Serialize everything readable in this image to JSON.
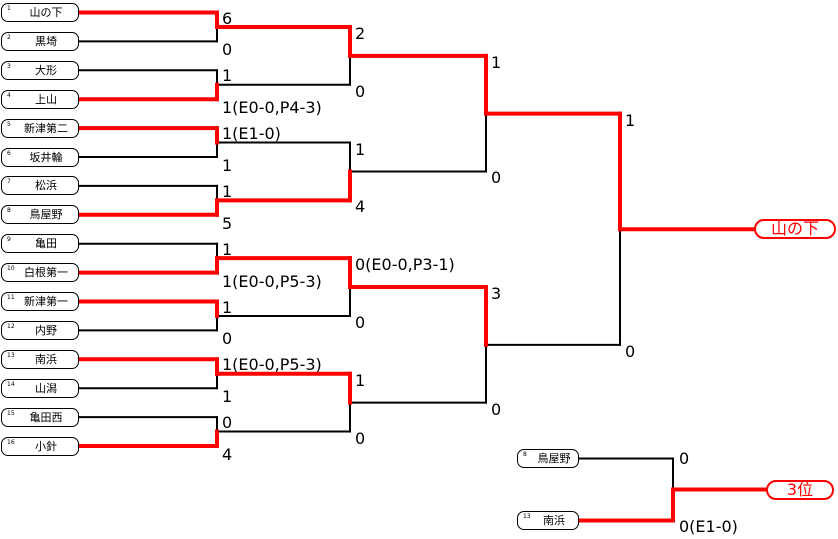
{
  "teams": [
    {
      "seed": "1",
      "name": "山の下"
    },
    {
      "seed": "2",
      "name": "黒埼"
    },
    {
      "seed": "3",
      "name": "大形"
    },
    {
      "seed": "4",
      "name": "上山"
    },
    {
      "seed": "5",
      "name": "新津第二"
    },
    {
      "seed": "6",
      "name": "坂井輪"
    },
    {
      "seed": "7",
      "name": "松浜"
    },
    {
      "seed": "8",
      "name": "鳥屋野"
    },
    {
      "seed": "9",
      "name": "亀田"
    },
    {
      "seed": "10",
      "name": "白根第一"
    },
    {
      "seed": "11",
      "name": "新津第一"
    },
    {
      "seed": "12",
      "name": "内野"
    },
    {
      "seed": "13",
      "name": "南浜"
    },
    {
      "seed": "14",
      "name": "山潟"
    },
    {
      "seed": "15",
      "name": "亀田西"
    },
    {
      "seed": "16",
      "name": "小針"
    }
  ],
  "scores": {
    "r1": [
      "6",
      "0",
      "1",
      "1(E0-0,P4-3)",
      "1(E1-0)",
      "1",
      "1",
      "5",
      "1",
      "1(E0-0,P5-3)",
      "1",
      "0",
      "1(E0-0,P5-3)",
      "1",
      "0",
      "4"
    ],
    "r2": [
      "2",
      "0",
      "1",
      "4",
      "0(E0-0,P3-1)",
      "0",
      "1",
      "0"
    ],
    "r3": [
      "1",
      "0",
      "3",
      "0"
    ],
    "final": [
      "1",
      "0"
    ]
  },
  "champion": "山の下",
  "third_place": {
    "teams": [
      {
        "seed": "8",
        "name": "鳥屋野"
      },
      {
        "seed": "13",
        "name": "南浜"
      }
    ],
    "scores": [
      "0",
      "0(E1-0)"
    ],
    "label": "3位"
  },
  "colors": {
    "winner_line": "#ff0000",
    "line": "#000000"
  }
}
